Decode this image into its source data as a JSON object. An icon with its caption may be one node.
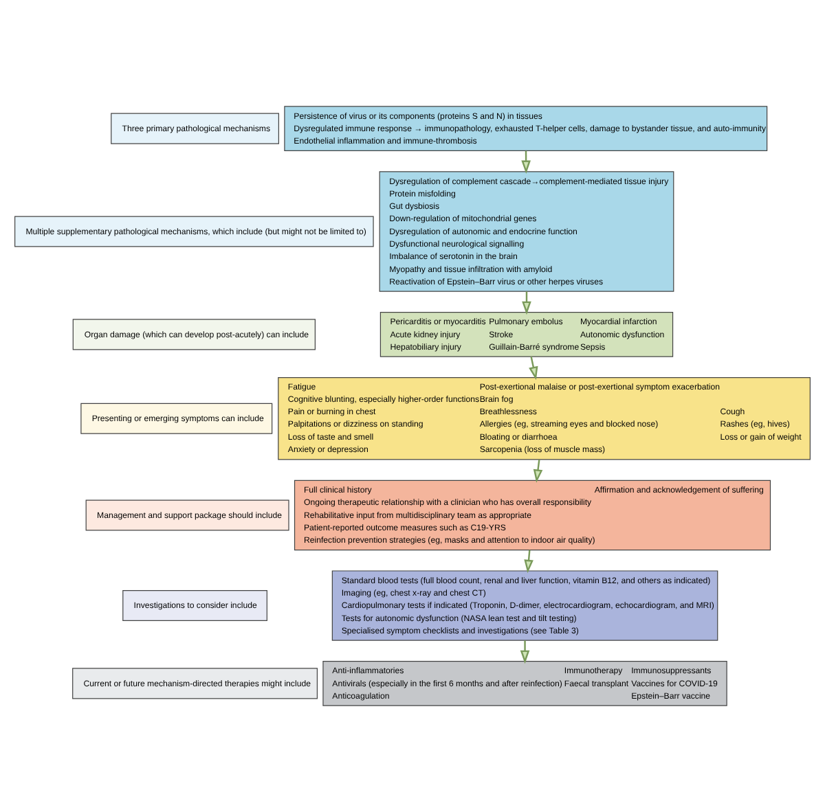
{
  "diagram": {
    "nodes": [
      {
        "text": [
          "Three primary pathological mechanisms"
        ]
      },
      {
        "text": [
          "Persistence of virus or its components (proteins S and N) in tissues",
          "Dysregulated immune response → immunopathology, exhausted T-helper cells, damage to bystander tissue, and auto-immunity",
          "Endothelial inflammation and immune-thrombosis"
        ]
      },
      {
        "text": [
          "Multiple supplementary pathological mechanisms, which include (but might not be limited to)"
        ]
      },
      {
        "text": [
          "Dysregulation of complement cascade→complement-mediated tissue injury",
          "Protein misfolding",
          "Gut dysbiosis",
          "Down-regulation of mitochondrial genes",
          "Dysregulation of autonomic and endocrine function",
          "Dysfunctional neurological signalling",
          "Imbalance of serotonin in the brain",
          "Myopathy and tissue infiltration with amyloid",
          "Reactivation of Epstein–Barr virus or other herpes viruses"
        ]
      },
      {
        "text": [
          "Organ damage (which can develop post-acutely) can include"
        ]
      },
      {
        "text": [
          "Pericarditis or myocarditis",
          "Acute kidney injury",
          "Hepatobiliary injury",
          "Pulmonary embolus",
          "Stroke",
          "Guillain-Barré syndrome",
          "Myocardial infarction",
          "Autonomic dysfunction",
          "Sepsis"
        ]
      },
      {
        "text": [
          "Presenting or emerging symptoms can include"
        ]
      },
      {
        "text": [
          "Fatigue",
          "Cognitive blunting, especially higher-order functions",
          "Pain or burning in chest",
          "Palpitations or dizziness on standing",
          "Loss of taste and smell",
          "Anxiety or depression",
          "Post-exertional malaise or post-exertional symptom exacerbation",
          "Brain fog",
          "Breathlessness",
          "Allergies (eg, streaming eyes and blocked nose)",
          "Bloating or diarrhoea",
          "Sarcopenia (loss of muscle mass)",
          "Cough",
          "Rashes (eg, hives)",
          "Loss or gain of weight"
        ]
      },
      {
        "text": [
          "Management and support package should include"
        ]
      },
      {
        "text": [
          "Full clinical history",
          "Ongoing therapeutic relationship with a clinician who has overall responsibility",
          "Rehabilitative input from multidisciplinary team as appropriate",
          "Patient-reported outcome measures such as C19-YRS",
          "Reinfection prevention strategies (eg, masks and attention to indoor air quality)",
          "Affirmation and acknowledgement of suffering"
        ]
      },
      {
        "text": [
          "Investigations to consider include"
        ]
      },
      {
        "text": [
          "Standard blood tests (full blood count, renal and liver function, vitamin B12, and others as indicated)",
          "Imaging (eg, chest x-ray and chest CT)",
          "Cardiopulmonary tests if indicated (Troponin, D-dimer, electrocardiogram, echocardiogram, and MRI)",
          "Tests for autonomic dysfunction (NASA lean test and tilt testing)",
          "Specialised symptom checklists and investigations (see Table 3)"
        ]
      },
      {
        "text": [
          "Current or future mechanism-directed therapies might include"
        ]
      },
      {
        "text": [
          "Anti-inflammatories",
          "Antivirals (especially in the first 6 months and after reinfection)",
          "Anticoagulation",
          "Immunotherapy",
          "Faecal transplant",
          "Immunosuppressants",
          "Vaccines for COVID-19",
          "Epstein–Barr vaccine"
        ]
      }
    ],
    "edges": [
      {
        "from": 1,
        "to": 3,
        "arrow": "to"
      },
      {
        "from": 3,
        "to": 5,
        "arrow": "to"
      },
      {
        "from": 5,
        "to": 7,
        "arrow": "to"
      },
      {
        "from": 7,
        "to": 9,
        "arrow": "to"
      },
      {
        "from": 9,
        "to": 11,
        "arrow": "to"
      },
      {
        "from": 11,
        "to": 13,
        "arrow": "to"
      }
    ]
  }
}
